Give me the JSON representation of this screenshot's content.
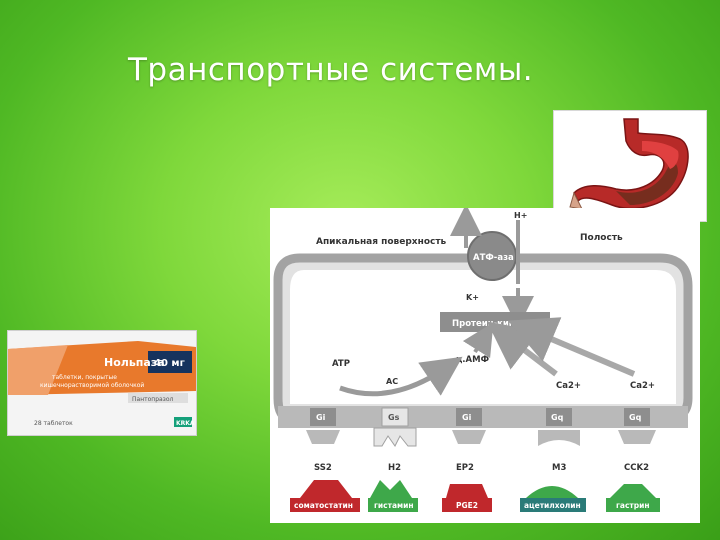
{
  "slide": {
    "title": "Транспортные системы."
  },
  "product_box": {
    "brand": "Нольпаза",
    "dose": "40 мг",
    "description_lines": [
      "таблетки, покрытые",
      "кишечнорастворимой оболочкой"
    ],
    "generic": "Пантопразол",
    "pack_count": "28 таблеток",
    "maker": "KRKA"
  },
  "diagram": {
    "apical_label": "Апикальная поверхность",
    "cavity_label": "Полость",
    "h_ion": "H+",
    "k_ion": "K+",
    "atpase": "АТФ-аза",
    "protein_kinase": "Протеин-киназы",
    "atp": "ATP",
    "ac": "AC",
    "camp": "ц.АМФ",
    "ca1": "Ca2+",
    "ca2": "Ca2+",
    "receptors": [
      "Gi",
      "Gs",
      "Gi",
      "Gq",
      "Gq"
    ],
    "receptor_names": [
      "SS2",
      "H2",
      "EP2",
      "M3",
      "CCK2"
    ],
    "ligands": [
      "соматостатин",
      "гистамин",
      "PGE2",
      "ацетилхолин",
      "гастрин"
    ],
    "colors": {
      "cell": "#dcdcdc",
      "cell_border": "#9a9a9a",
      "label_bar": "#8e8e8e",
      "red": "#c0282c",
      "green": "#3ea84a",
      "teal": "#2a7b78"
    }
  }
}
